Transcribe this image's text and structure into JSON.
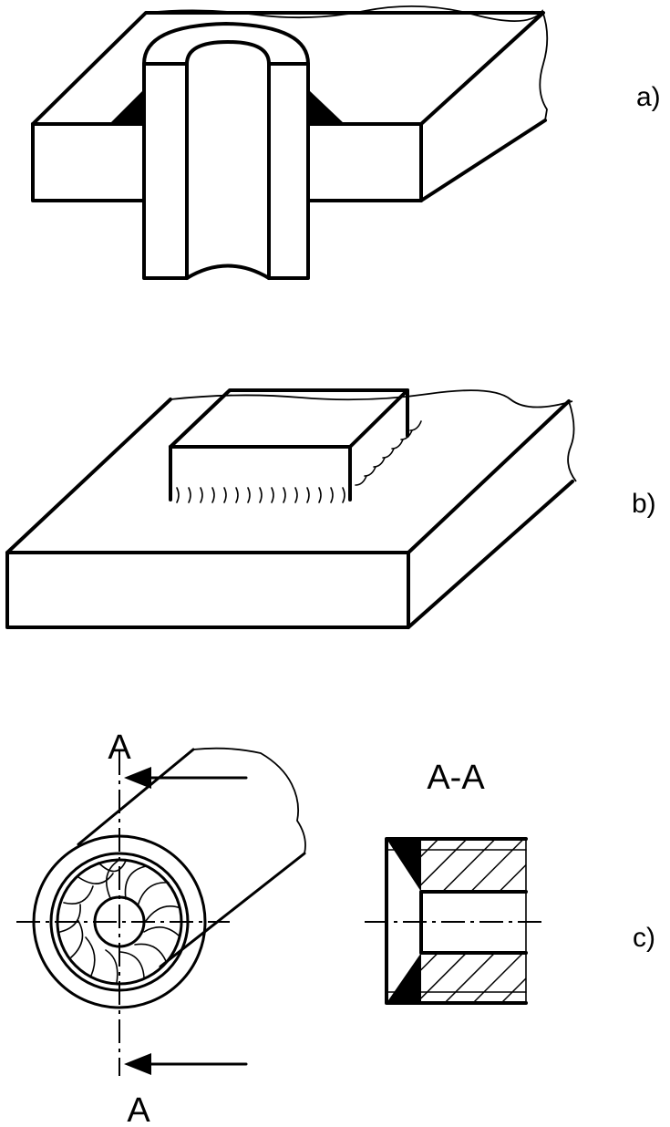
{
  "figures": [
    {
      "id": "a",
      "label": "a)"
    },
    {
      "id": "b",
      "label": "b)"
    },
    {
      "id": "c",
      "label": "c)"
    }
  ],
  "section": {
    "cut_label_top": "A",
    "cut_label_bottom": "A",
    "view_title": "A-A"
  }
}
